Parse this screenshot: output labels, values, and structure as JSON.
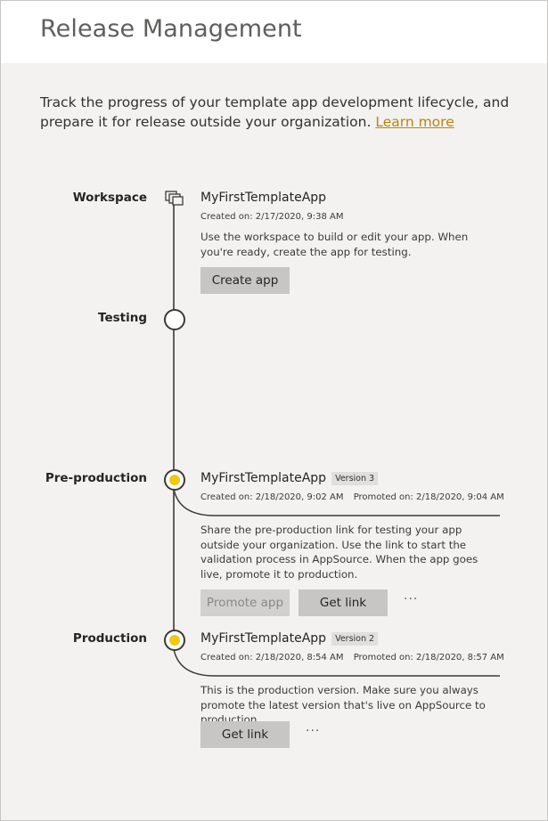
{
  "page": {
    "title": "Release Management",
    "intro": "Track the progress of your template app development lifecycle, and prepare it for release outside your organization.",
    "learn_more": "Learn more"
  },
  "stages": {
    "workspace": {
      "label": "Workspace",
      "icon": "workspace-icon",
      "app_name": "MyFirstTemplateApp",
      "created": "Created on: 2/17/2020, 9:38 AM",
      "description": "Use the workspace to build or edit your app. When you're ready, create the app for testing.",
      "button": "Create app"
    },
    "testing": {
      "label": "Testing"
    },
    "preproduction": {
      "label": "Pre-production",
      "app_name": "MyFirstTemplateApp",
      "version": "Version 3",
      "created": "Created on: 2/18/2020, 9:02 AM",
      "promoted": "Promoted on: 2/18/2020, 9:04 AM",
      "description": "Share the pre-production link for testing your app outside your organization. Use the link to start the validation process in AppSource. When the app goes live, promote it to production.",
      "promote_button": "Promote app",
      "link_button": "Get link",
      "more": "···"
    },
    "production": {
      "label": "Production",
      "app_name": "MyFirstTemplateApp",
      "version": "Version 2",
      "created": "Created on: 2/18/2020, 8:54 AM",
      "promoted": "Promoted on: 2/18/2020, 8:57 AM",
      "description": "This is the production version. Make sure you always promote the latest version that's live on AppSource to production.",
      "link_button": "Get link",
      "more": "···"
    }
  },
  "colors": {
    "active_stage": "#f2c811",
    "link": "#b8860b",
    "button": "#c8c6c4",
    "background": "#f3f2f1"
  }
}
